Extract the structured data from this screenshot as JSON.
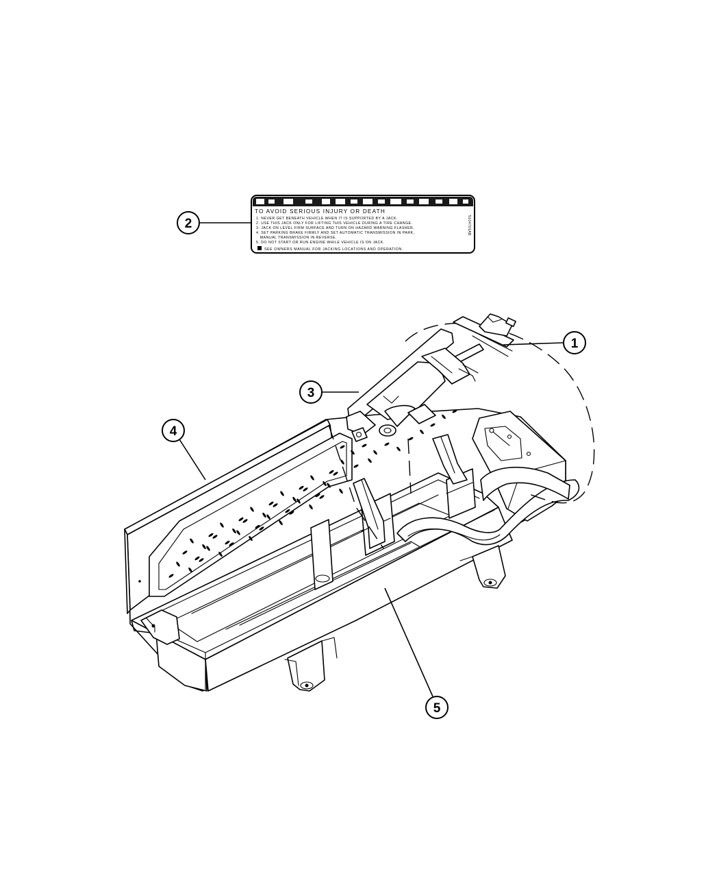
{
  "warning_label": {
    "heading": "TO AVOID SERIOUS INJURY OR DEATH",
    "lines": [
      "1. NEVER GET BENEATH VEHICLE WHEN IT IS SUPPORTED BY A JACK.",
      "2. USE THIS JACK ONLY FOR LIFTING THIS VEHICLE DURING A TIRE CHANGE.",
      "3. JACK ON LEVEL FIRM SURFACE AND TURN ON HAZARD WARNING FLASHER.",
      "4. SET PARKING BRAKE FIRMLY AND SET AUTOMATIC TRANSMISSION IN PARK,",
      "   MANUAL TRANSMISSION IN REVERSE.",
      "5. DO NOT START OR RUN ENGINE WHILE VEHICLE IS ON JACK."
    ],
    "footer": "SEE OWNERS MANUAL FOR JACKING LOCATIONS AND OPERATION.",
    "side_code": "5104701AB"
  },
  "callouts": [
    {
      "id": "callout-1",
      "number": "1"
    },
    {
      "id": "callout-2",
      "number": "2"
    },
    {
      "id": "callout-3",
      "number": "3"
    },
    {
      "id": "callout-4",
      "number": "4"
    },
    {
      "id": "callout-5",
      "number": "5"
    }
  ]
}
